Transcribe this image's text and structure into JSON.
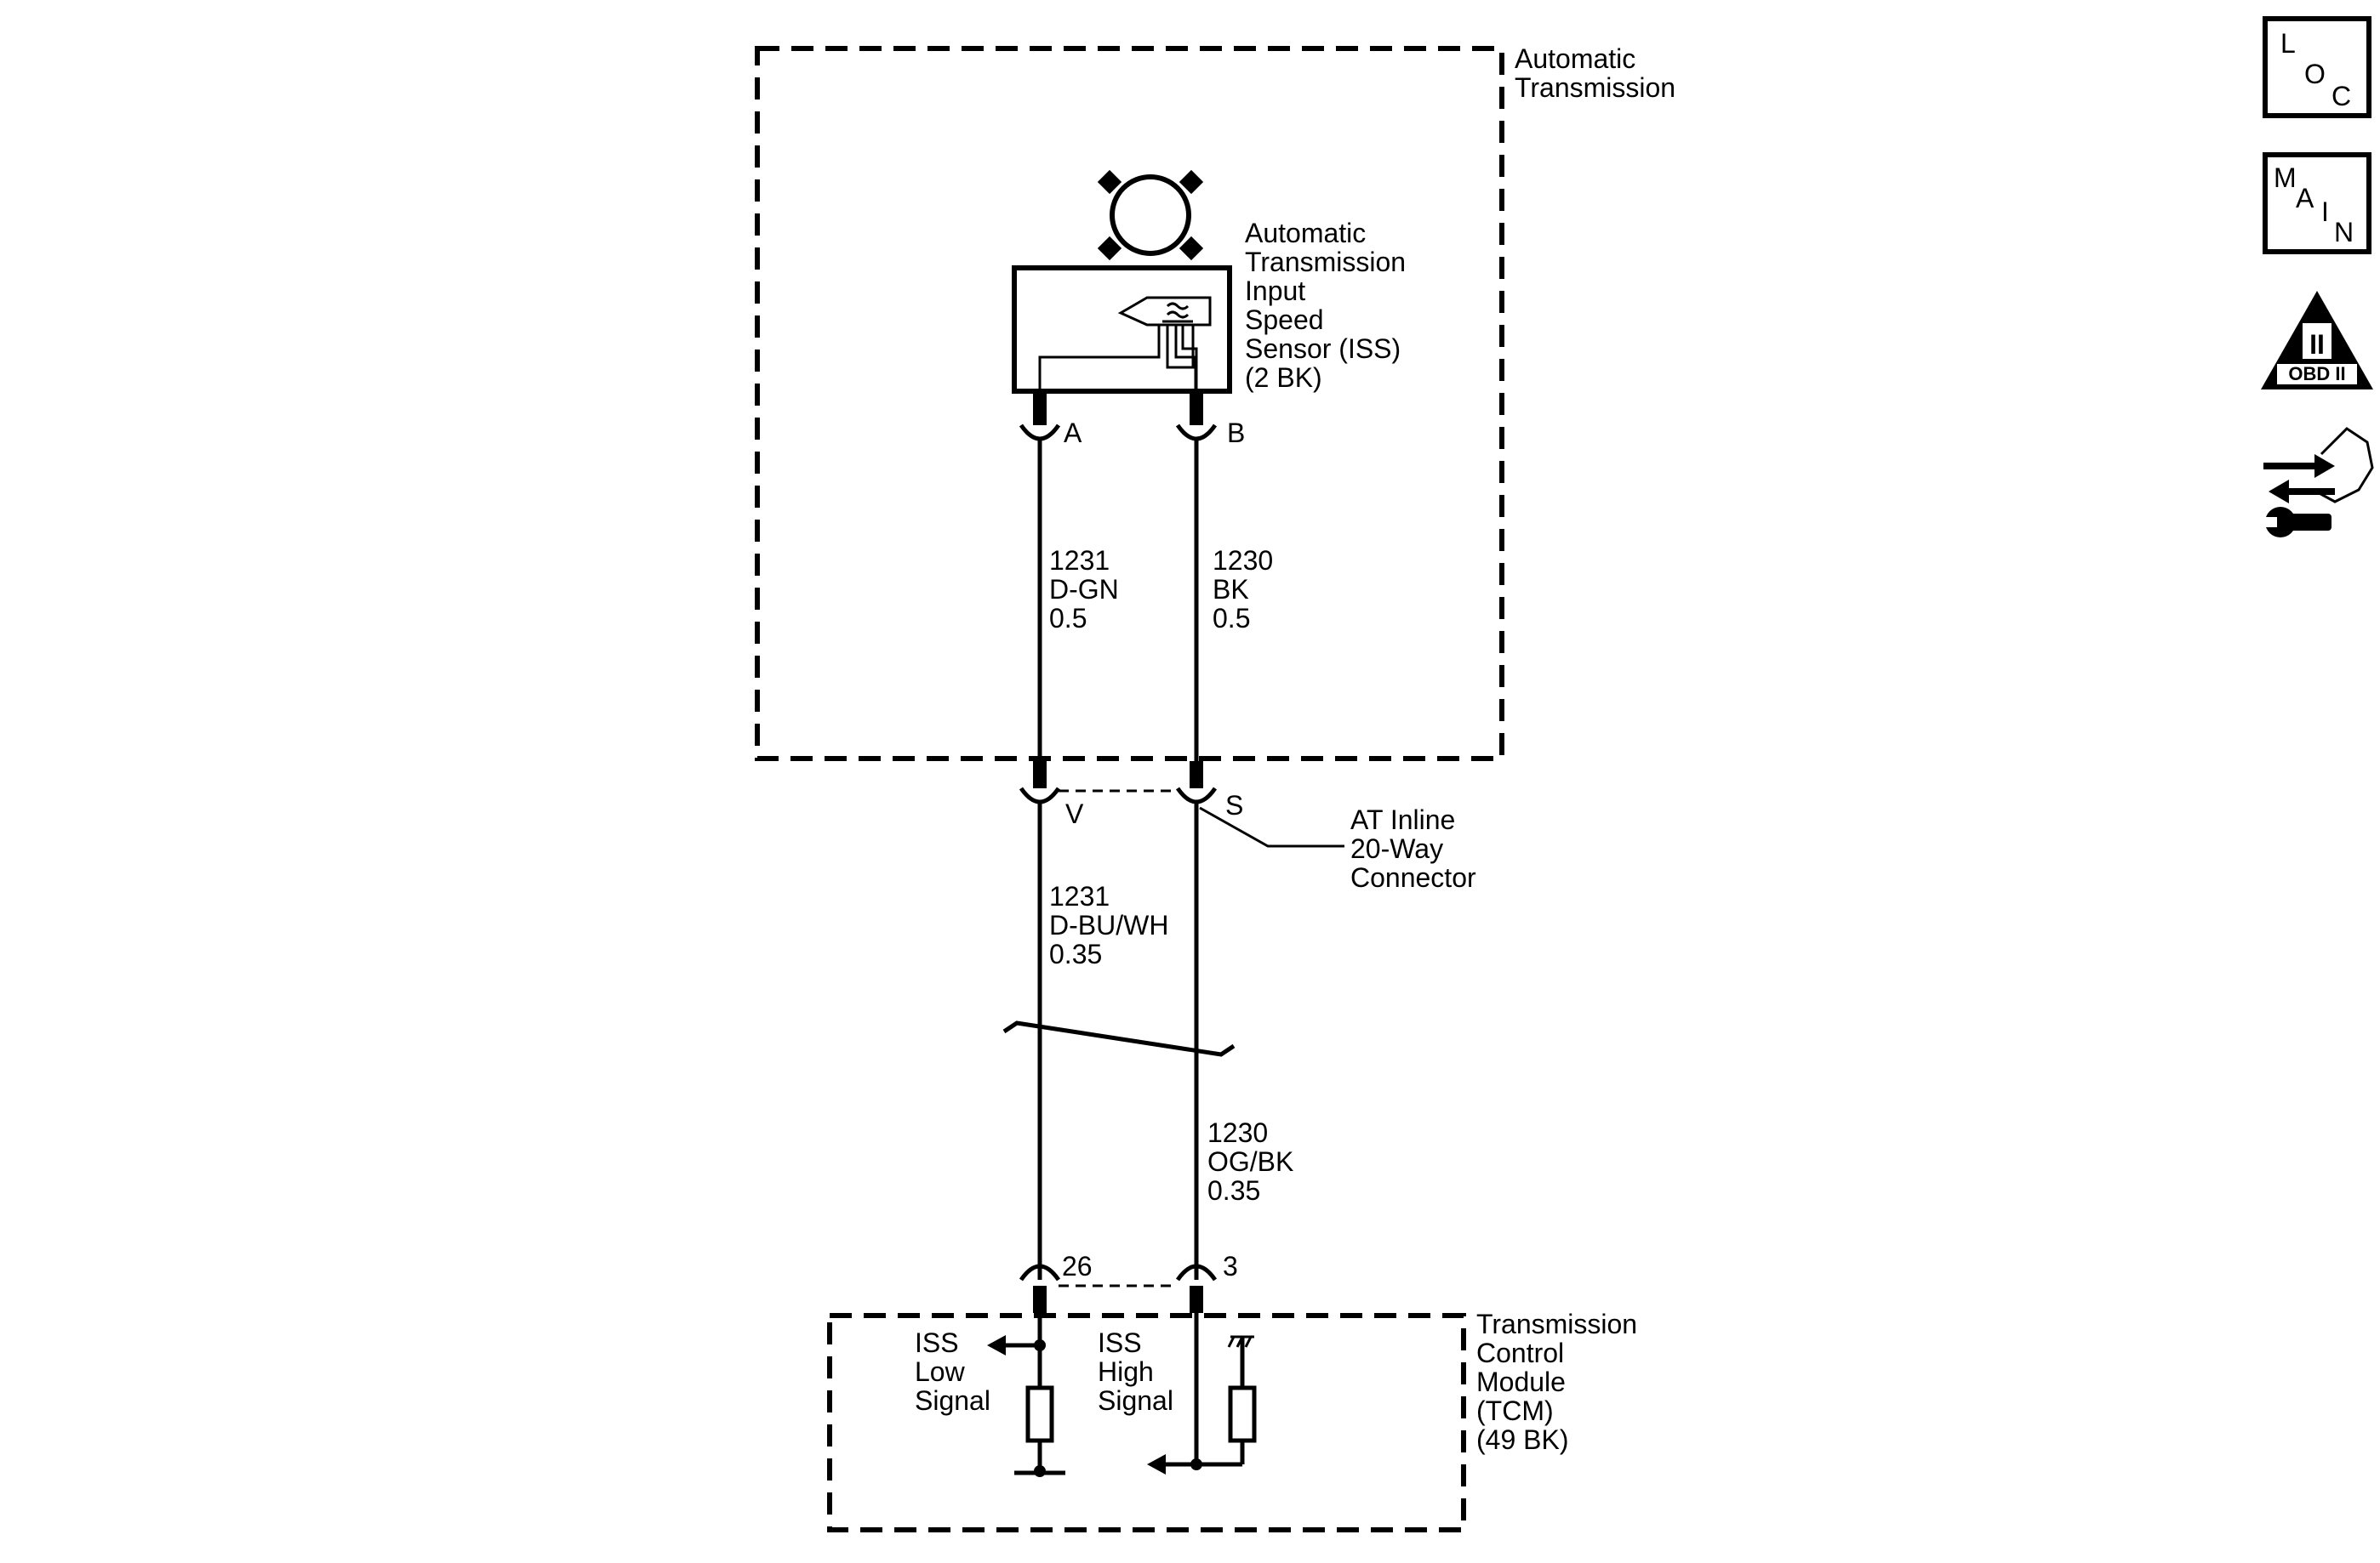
{
  "automatic_transmission": {
    "lines": [
      "Automatic",
      "Transmission"
    ]
  },
  "iss_sensor": {
    "lines": [
      "Automatic",
      "Transmission",
      "Input",
      "Speed",
      "Sensor (ISS)",
      "(2 BK)"
    ]
  },
  "pins": {
    "sensor_a": "A",
    "sensor_b": "B",
    "inline_v": "V",
    "inline_s": "S",
    "tcm_26": "26",
    "tcm_3": "3"
  },
  "wires": {
    "upper_left": [
      "1231",
      "D-GN",
      "0.5"
    ],
    "upper_right": [
      "1230",
      "BK",
      "0.5"
    ],
    "lower_left": [
      "1231",
      "D-BU/WH",
      "0.35"
    ],
    "lower_right": [
      "1230",
      "OG/BK",
      "0.35"
    ]
  },
  "inline_connector": {
    "lines": [
      "AT Inline",
      "20-Way",
      "Connector"
    ]
  },
  "tcm": {
    "lines": [
      "Transmission",
      "Control",
      "Module",
      "(TCM)",
      "(49 BK)"
    ]
  },
  "tcm_signals": {
    "low": [
      "ISS",
      "Low",
      "Signal"
    ],
    "high": [
      "ISS",
      "High",
      "Signal"
    ]
  },
  "side_icons": {
    "loc": [
      "L",
      "O",
      "C"
    ],
    "main": [
      "M",
      "A",
      "I",
      "N"
    ],
    "obd": [
      "II",
      "OBD II"
    ],
    "icon_names": [
      "loc-icon",
      "main-icon",
      "obd-ii-icon",
      "diagnostic-tool-icon"
    ]
  }
}
